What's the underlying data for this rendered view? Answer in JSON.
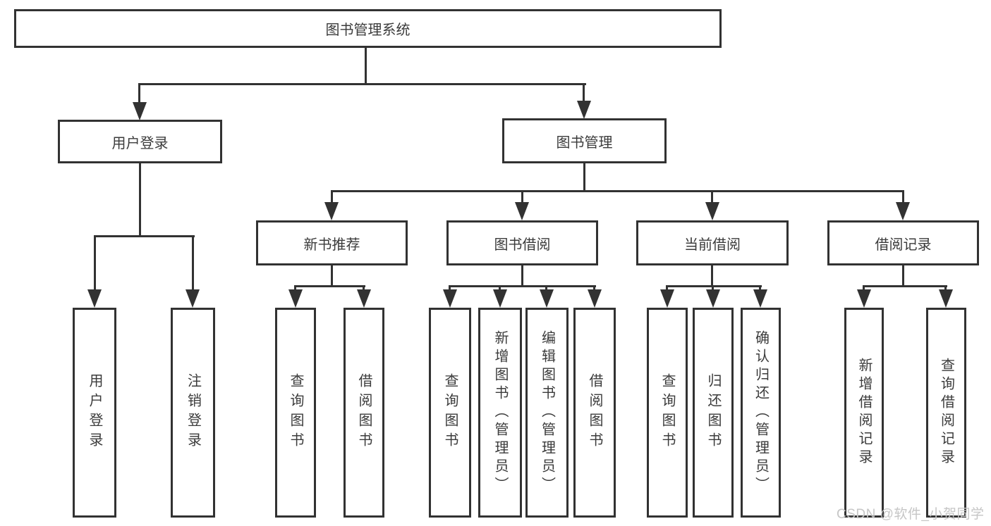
{
  "diagram": {
    "root": "图书管理系统",
    "children": [
      {
        "label": "用户登录",
        "children": [
          "用户登录",
          "注销登录"
        ]
      },
      {
        "label": "图书管理",
        "children": [
          {
            "label": "新书推荐",
            "children": [
              "查询图书",
              "借阅图书"
            ]
          },
          {
            "label": "图书借阅",
            "children": [
              "查询图书",
              "新增图书（管理员）",
              "编辑图书（管理员）",
              "借阅图书"
            ]
          },
          {
            "label": "当前借阅",
            "children": [
              "查询图书",
              "归还图书",
              "确认归还（管理员）"
            ]
          },
          {
            "label": "借阅记录",
            "children": [
              "新增借阅记录",
              "查询借阅记录"
            ]
          }
        ]
      }
    ]
  },
  "watermark": {
    "text": "CSDN @软件_小贺同学"
  },
  "colors": {
    "line": "#323232",
    "text": "#3b3b3b",
    "background": "#ffffff",
    "watermark": "#c6c6c6"
  }
}
